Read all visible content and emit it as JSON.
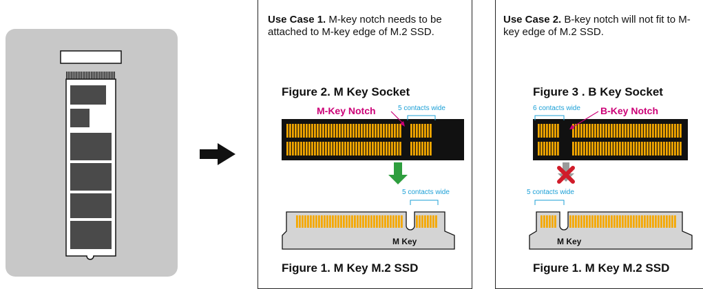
{
  "left_panel": {
    "bg_color": "#c8c8c8",
    "stick_color": "#ffffff",
    "chip_color": "#4a4a4a"
  },
  "arrow": {
    "icon": "right-arrow-icon",
    "color": "#111111"
  },
  "use_case_1": {
    "heading": "Use Case 1.",
    "text": " M-key notch needs to be attached to M-key edge of M.2 SSD.",
    "socket_title": "Figure 2. M Key Socket",
    "notch_label": "M-Key Notch",
    "socket_contacts_label": "5 contacts wide",
    "ssd_contacts_label": "5 contacts wide",
    "key_label": "M Key",
    "ssd_title": "Figure 1.  M Key M.2 SSD",
    "indicator_icon": "down-arrow-icon"
  },
  "use_case_2": {
    "heading": "Use Case 2.",
    "text": " B-key notch will not fit to M-key edge of M.2 SSD.",
    "socket_title": "Figure 3 . B Key Socket",
    "notch_label": "B-Key Notch",
    "socket_contacts_label": "6 contacts wide",
    "ssd_contacts_label": "5 contacts wide",
    "key_label": "M Key",
    "ssd_title": "Figure 1.  M Key M.2 SSD",
    "indicator_icon": "cross-icon"
  },
  "colors": {
    "contact": "#f5a800",
    "socket_body": "#111111",
    "notch_label": "#cc0077",
    "contacts_label": "#1a9fd6",
    "arrow_ok": "#2e9e3e",
    "cross": "#d01c2a",
    "ssd_body": "#d4d4d4"
  }
}
